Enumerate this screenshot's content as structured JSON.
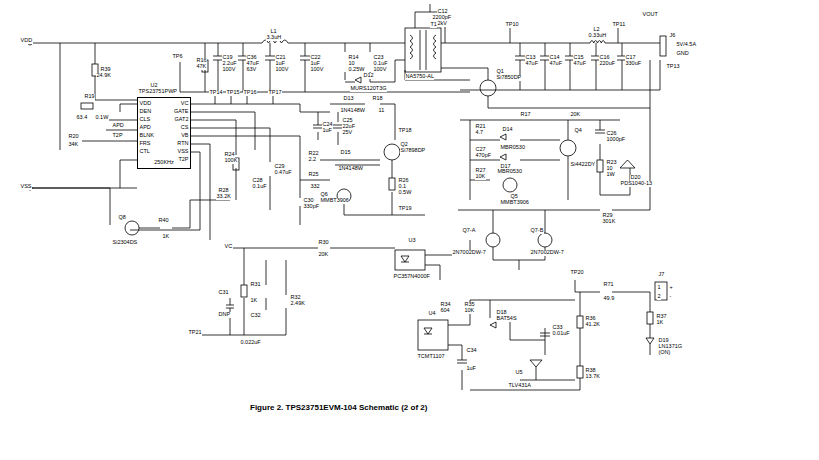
{
  "diagram": {
    "caption": "Figure 2. TPS23751EVM-104 Schematic (2 of 2)",
    "nodes": [
      {
        "text": [
          "250KHz"
        ]
      }
    ],
    "labels": [
      "VDD",
      "VSS",
      "VC",
      "C12",
      "2200pF",
      "2kV",
      "TP10",
      "L2",
      "0.33uH",
      "TP11",
      "VOUT",
      "L1",
      "3.3uH",
      "R39",
      "24.9K",
      "TP6",
      "R16",
      "47K",
      "C19",
      "2.2uF",
      "100V",
      "C36",
      "47uF",
      "63V",
      "C21",
      "1uF",
      "100V",
      "C22",
      "1uF",
      "100V",
      "R14",
      "10",
      "0.25W",
      "C23",
      "0.1uF",
      "100V",
      "D12",
      "MURS120T3G",
      "T1",
      "NA5750-AL",
      "Q1",
      "Si7850DP",
      "C13",
      "47uF",
      "C14",
      "47uF",
      "C15",
      "47uF",
      "C16",
      "220uF",
      "C17",
      "330uF",
      "J6",
      "5V/4.5A",
      "GND",
      "TP13",
      "R17",
      "20K",
      "U2",
      "TPS23751PWP",
      "VDD",
      "DEN",
      "CLS",
      "APD",
      "BLNK",
      "FRS",
      "CTL",
      "VC",
      "GATE",
      "GAT2",
      "CS",
      "VB",
      "RTN",
      "VSS",
      "T2P",
      "R19",
      "63.4",
      "0.1W",
      "APD",
      "T2P",
      "R20",
      "34K",
      "TP14",
      "TP15",
      "TP16",
      "TP17",
      "D13",
      "1N4148W",
      "R18",
      "11",
      "C24",
      "1uF",
      "C25",
      "22uF",
      "25V",
      "TP18",
      "R24",
      "100K",
      "C29",
      "0.47uF",
      "R22",
      "2.2",
      "D15",
      "1N4148W",
      "Q2",
      "Si7898DP",
      "R28",
      "33.2K",
      "C28",
      "0.1uF",
      "R25",
      "332",
      "Q6",
      "MMBT3906",
      "R26",
      "0.1",
      "0.5W",
      "C30",
      "330pF",
      "TP19",
      "Q8",
      "Si2304DS",
      "R40",
      "1K",
      "R21",
      "4.7",
      "D14",
      "MBR0530",
      "Q4",
      "Si4422DY",
      "C26",
      "1000pF",
      "C27",
      "470pF",
      "D17",
      "MBR0530",
      "R27",
      "10K",
      "Q5",
      "MMBT3906",
      "R23",
      "10",
      "1W",
      "D20",
      "PDS1040-13",
      "R29",
      "301K",
      "Q7-A",
      "2N7002DW-7",
      "Q7-B",
      "2N7002DW-7",
      "U3",
      "PC357N4000F",
      "R30",
      "20K",
      "TP20",
      "R31",
      "1K",
      "C31",
      "DNP",
      "R32",
      "2.49K",
      "C32",
      "0.022uF",
      "TP21",
      "R71",
      "49.9",
      "J7",
      "R34",
      "604",
      "R35",
      "10K",
      "D18",
      "BAT54S",
      "U4",
      "TCMT1107",
      "C33",
      "0.01uF",
      "R36",
      "41.2K",
      "R37",
      "1K",
      "D19",
      "LN1371G",
      "(ON)",
      "C34",
      "1uF",
      "U5",
      "TLV431A",
      "R38",
      "13.7K",
      "1",
      "2",
      "+",
      "-"
    ]
  }
}
